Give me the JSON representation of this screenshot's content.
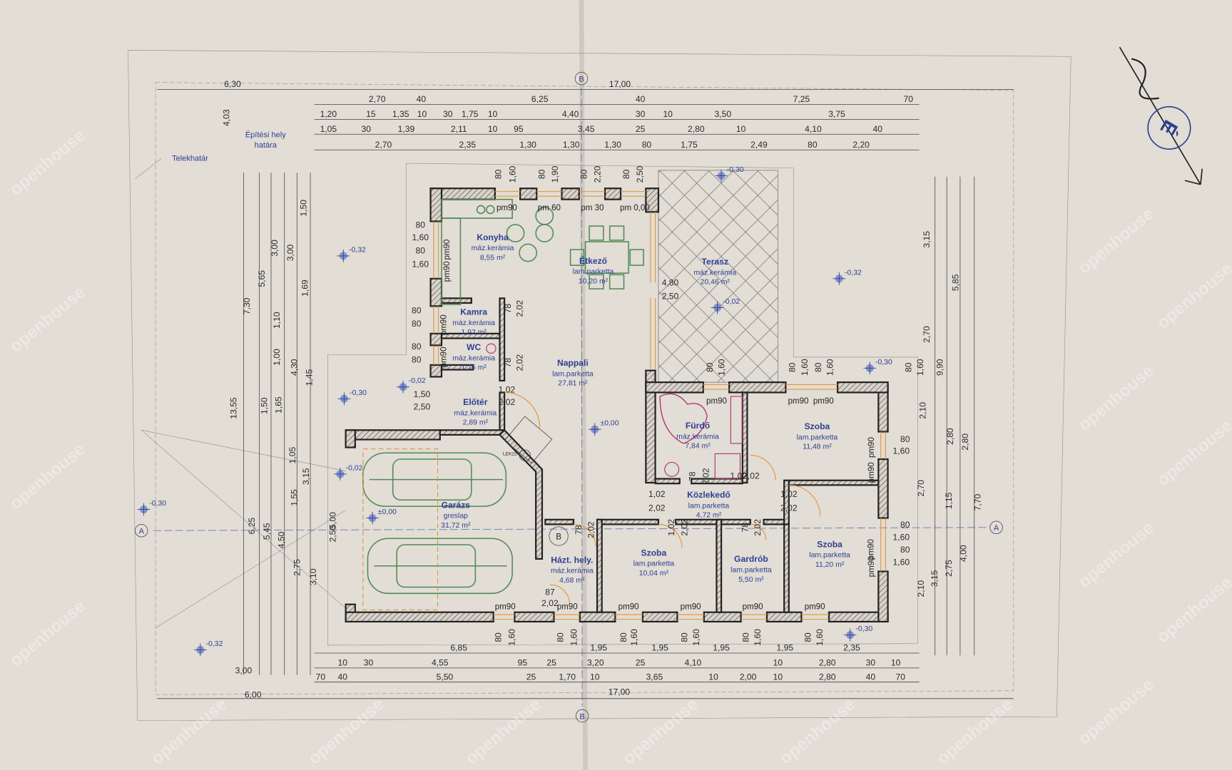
{
  "rooms": [
    {
      "name": "Konyha",
      "floor": "máz.kerámia",
      "area": "8,55 m²"
    },
    {
      "name": "Étkező",
      "floor": "lam.parketta",
      "area": "10,20 m²"
    },
    {
      "name": "Terasz",
      "floor": "máz.kerámia",
      "area": "20,46 m²"
    },
    {
      "name": "Kamra",
      "floor": "máz.kerámia",
      "area": "1,92 m²"
    },
    {
      "name": "WC",
      "floor": "máz.kerámia",
      "area": "1,75 m²"
    },
    {
      "name": "Nappali",
      "floor": "lam.parketta",
      "area": "27,81 m²"
    },
    {
      "name": "Előtér",
      "floor": "máz.kerámia",
      "area": "2,89 m²"
    },
    {
      "name": "Fürdő",
      "floor": "máz.kerámia",
      "area": "7,84 m²"
    },
    {
      "name": "Szoba",
      "floor": "lam.parketta",
      "area": "11,48 m²"
    },
    {
      "name": "Garázs",
      "floor": "greslap",
      "area": "31,72 m²"
    },
    {
      "name": "Közlekedő",
      "floor": "lam.parketta",
      "area": "4,72 m²"
    },
    {
      "name": "Házt. hely.",
      "floor": "máz.kerámia",
      "area": "4,68 m²"
    },
    {
      "name": "Szoba",
      "floor": "lam.parketta",
      "area": "10,04 m²"
    },
    {
      "name": "Gardrób",
      "floor": "lam.parketta",
      "area": "5,50 m²"
    },
    {
      "name": "Szoba",
      "floor": "lam.parketta",
      "area": "11,20 m²"
    }
  ],
  "dimensions": {
    "top": [
      [
        "6,30",
        "17,00"
      ],
      [
        "2,70",
        "40",
        "6,25",
        "40",
        "7,25",
        "70"
      ],
      [
        "1,20",
        "15",
        "1,35",
        "10",
        "30",
        "1,75",
        "10",
        "4,40",
        "30",
        "10",
        "3,50",
        "3,75"
      ],
      [
        "1,05",
        "30",
        "1,39",
        "2,11",
        "10",
        "95",
        "3,45",
        "25",
        "2,80",
        "10",
        "4,10",
        "40"
      ],
      [
        "2,70",
        "2,35",
        "1,30",
        "1,30",
        "1,30",
        "80",
        "1,75",
        "2,49",
        "80",
        "2,20"
      ]
    ],
    "bottom": [
      [
        "6,85",
        "1,95",
        "1,95",
        "1,95",
        "1,95",
        "2,35"
      ],
      [
        "10",
        "30",
        "4,55",
        "95",
        "25",
        "3,20",
        "25",
        "4,10",
        "10",
        "2,80",
        "30",
        "10"
      ],
      [
        "70",
        "40",
        "5,50",
        "25",
        "1,70",
        "10",
        "3,65",
        "10",
        "2,00",
        "10",
        "2,80",
        "40",
        "70"
      ],
      [
        "17,00",
        "6,00"
      ]
    ],
    "left": [
      "4,03",
      "13,55",
      "7,30",
      "6,25",
      "5,65",
      "5,45",
      "3,00",
      "3,00",
      "4,50",
      "4,30",
      "3,15",
      "3,10",
      "2,75",
      "1,55",
      "1,05",
      "1,50",
      "1,65",
      "1,10",
      "1,00",
      "1,69",
      "1,45",
      "1,50",
      "5,00",
      "2,50",
      "1,50",
      "2,50",
      "80",
      "1,60",
      "80",
      "1,60",
      "80",
      "80",
      "80",
      "80",
      "3,00"
    ],
    "right": [
      "3,15",
      "5,85",
      "9,90",
      "7,70",
      "2,70",
      "2,10",
      "2,80",
      "2,80",
      "2,70",
      "4,00",
      "3,15",
      "2,10",
      "2,75",
      "1,15",
      "80",
      "1,60",
      "80",
      "1,60",
      "80",
      "1,60",
      "4,80",
      "2,50"
    ],
    "openings": [
      "80",
      "1,60",
      "80",
      "1,90",
      "80",
      "2,20",
      "80",
      "2,50",
      "80",
      "1,60",
      "80",
      "1,60",
      "80",
      "1,60",
      "80",
      "1,60",
      "80",
      "1,60",
      "80",
      "1,60",
      "80",
      "1,60",
      "80",
      "1,60",
      "80",
      "1,60",
      "80",
      "1,60"
    ],
    "doors": [
      "78",
      "2,02",
      "78",
      "2,02",
      "1,02",
      "2,02",
      "78",
      "2,02",
      "1,02",
      "2,02",
      "1,02",
      "2,02",
      "1,02",
      "2,02",
      "1,02",
      "2,02",
      "78",
      "2,02",
      "78",
      "2,02",
      "87",
      "2,02"
    ]
  },
  "windows": [
    "pm90",
    "pm 60",
    "pm 30",
    "pm 0,00",
    "pm90",
    "pm90",
    "pm90",
    "pm90",
    "pm90",
    "pm90",
    "pm90",
    "pm90",
    "pm90",
    "pm90",
    "pm90",
    "pm90",
    "pm90",
    "pm90",
    "pm90",
    "pm90",
    "pm90"
  ],
  "elevations": [
    "-0,32",
    "-0,30",
    "-0,02",
    "-0,02",
    "±0,00",
    "-0,30",
    "-0,32",
    "-0,30",
    "-0,32",
    "-0,02",
    "-0,30",
    "±0,00",
    "-0,30"
  ],
  "labels": {
    "plot_boundary": "Telekhatár",
    "building_line_1": "Építési hely",
    "building_line_2": "határa",
    "axis_a": "A",
    "axis_b": "B",
    "north": "É",
    "boiler": "B",
    "chimney": "LEK22"
  },
  "watermark": "openhouse",
  "colors": {
    "paper": "#e2ddd5",
    "room_text": "#2d3f95",
    "wall": "#222222",
    "window": "#e2953a",
    "furniture": "#4f8a55",
    "sanitary": "#b0306a"
  }
}
